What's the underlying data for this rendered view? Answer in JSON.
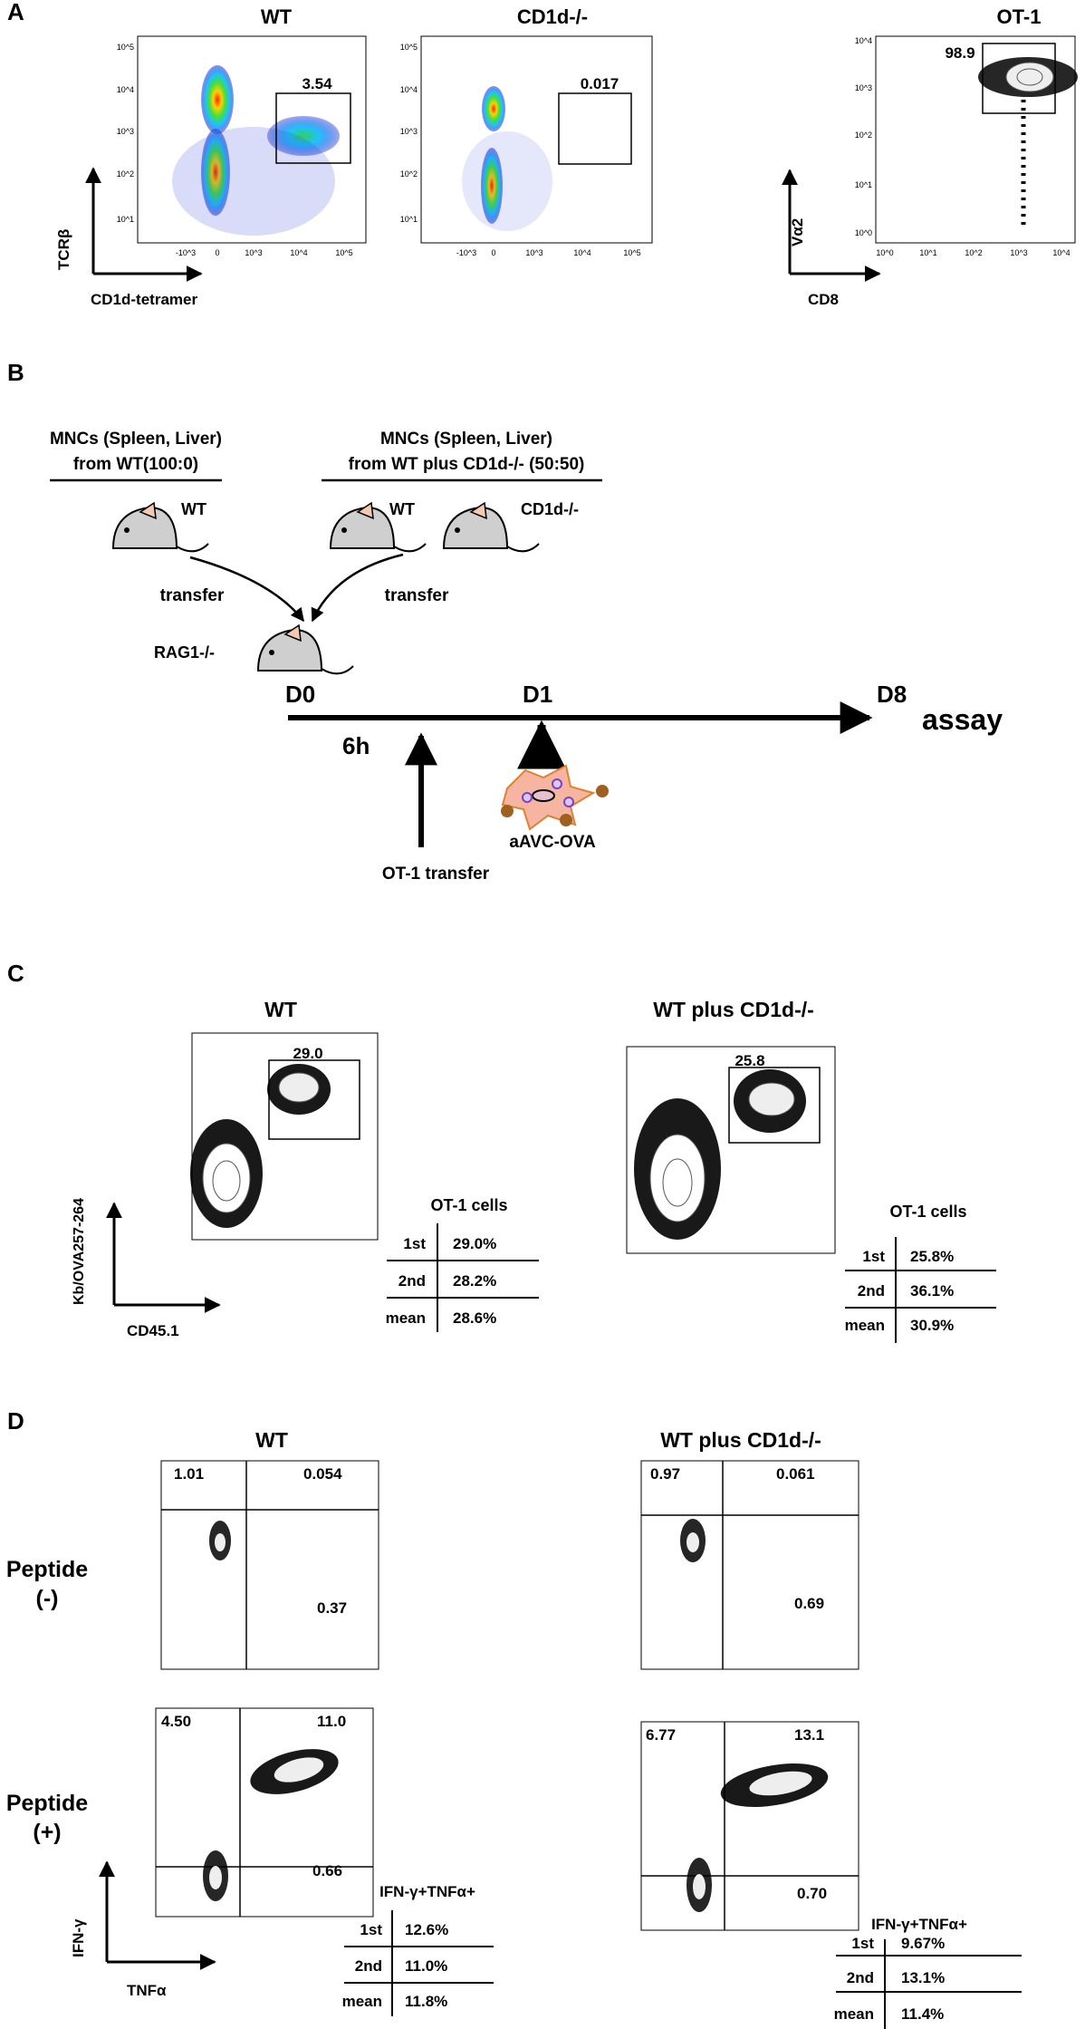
{
  "panels": [
    {
      "letter": "A"
    },
    {
      "letter": "B"
    },
    {
      "letter": "C"
    },
    {
      "letter": "D"
    }
  ],
  "panelA": {
    "plots": [
      {
        "title": "WT",
        "gate_value": "3.54"
      },
      {
        "title": "CD1d-/-",
        "gate_value": "0.017"
      },
      {
        "title": "OT-1",
        "gate_value": "98.9"
      }
    ],
    "axis_left": {
      "y_label": "TCRβ",
      "x_label": "CD1d-tetramer"
    },
    "axis_right": {
      "y_label": "Vα2",
      "x_label": "CD8"
    },
    "ticks_y_biex": [
      "10^5",
      "10^4",
      "10^3",
      "10^2",
      "10^1"
    ],
    "ticks_x_biex": [
      "-10^3",
      "0",
      "10^3",
      "10^4",
      "10^5"
    ],
    "ticks_log": [
      "10^0",
      "10^1",
      "10^2",
      "10^3",
      "10^4"
    ]
  },
  "panelB": {
    "group1_title_line1": "MNCs (Spleen, Liver)",
    "group1_title_line2": "from WT(100:0)",
    "group2_title_line1": "MNCs (Spleen, Liver)",
    "group2_title_line2": "from WT plus CD1d-/- (50:50)",
    "mouse_wt": "WT",
    "mouse_cd1d": "CD1d-/-",
    "mouse_rag": "RAG1-/-",
    "transfer": "transfer",
    "d0": "D0",
    "d1": "D1",
    "d8": "D8",
    "assay": "assay",
    "six_h": "6h",
    "ot1_transfer": "OT-1 transfer",
    "aavc": "aAVC-OVA"
  },
  "panelC": {
    "plots": [
      {
        "title": "WT",
        "gate_value": "29.0"
      },
      {
        "title": "WT plus CD1d-/-",
        "gate_value": "25.8"
      }
    ],
    "y_label": "Kb/OVA257-264",
    "x_label": "CD45.1",
    "tables": [
      {
        "title": "OT-1 cells",
        "rows": [
          [
            "1st",
            "29.0%"
          ],
          [
            "2nd",
            "28.2%"
          ],
          [
            "mean",
            "28.6%"
          ]
        ]
      },
      {
        "title": "OT-1 cells",
        "rows": [
          [
            "1st",
            "25.8%"
          ],
          [
            "2nd",
            "36.1%"
          ],
          [
            "mean",
            "30.9%"
          ]
        ]
      }
    ]
  },
  "panelD": {
    "col_titles": [
      "WT",
      "WT plus CD1d-/-"
    ],
    "row_labels": [
      [
        "Peptide",
        "(-)"
      ],
      [
        "Peptide",
        "(+)"
      ]
    ],
    "quadrants": [
      {
        "ul": "1.01",
        "ur": "0.054",
        "lr": "0.37"
      },
      {
        "ul": "0.97",
        "ur": "0.061",
        "lr": "0.69"
      },
      {
        "ul": "4.50",
        "ur": "11.0",
        "lr": "0.66"
      },
      {
        "ul": "6.77",
        "ur": "13.1",
        "lr": "0.70"
      }
    ],
    "y_label": "IFN-γ",
    "x_label": "TNFα",
    "tables": [
      {
        "title": "IFN-γ+TNFα+",
        "rows": [
          [
            "1st",
            "12.6%"
          ],
          [
            "2nd",
            "11.0%"
          ],
          [
            "mean",
            "11.8%"
          ]
        ]
      },
      {
        "title": "IFN-γ+TNFα+",
        "rows": [
          [
            "1st",
            "9.67%"
          ],
          [
            "2nd",
            "13.1%"
          ],
          [
            "mean",
            "11.4%"
          ]
        ]
      }
    ]
  }
}
